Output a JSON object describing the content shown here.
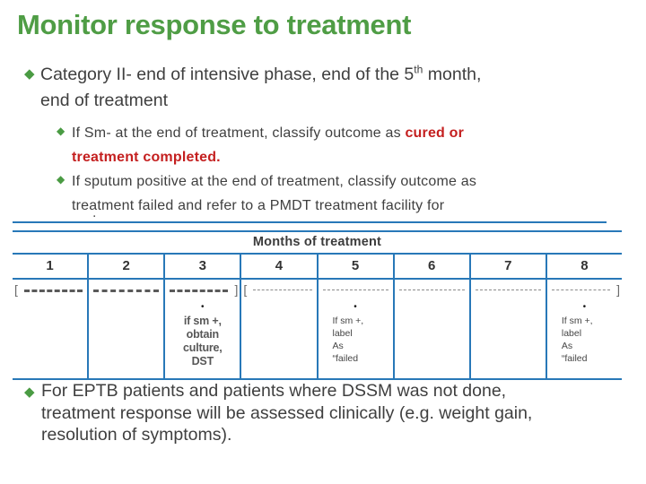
{
  "icons": {
    "bullet_diamond": "◆"
  },
  "colors": {
    "title_green": "#4f9d45",
    "bullet_green": "#4a9b43",
    "text": "#3f3f3f",
    "red": "#c41f1f",
    "table_blue": "#2878b8",
    "dash_heavy": "#5a5a5a",
    "dash_fine": "#8c8c8c"
  },
  "title": "Monitor response to treatment",
  "bullet1": {
    "line1_pre": "Category II- end of intensive phase, end of the 5",
    "line1_sup": "th",
    "line1_post": " month,",
    "line2": "end of treatment"
  },
  "sub_bullet1": {
    "line1_text": "If Sm- at the end of treatment, classify outcome as ",
    "line1_red": "cured or",
    "line2_red": "treatment completed."
  },
  "sub_bullet2": {
    "line1": "If sputum positive at the end of treatment, classify outcome as",
    "line2": "treatment failed and refer to a PMDT treatment facility for",
    "remnant": "."
  },
  "table": {
    "title": "Months of treatment",
    "cells": [
      {
        "num": "1",
        "dash": "heavy",
        "open": "[",
        "close": ""
      },
      {
        "num": "2",
        "dash": "heavy",
        "open": "",
        "close": ""
      },
      {
        "num": "3",
        "dash": "heavy",
        "open": "",
        "close": "]",
        "note": {
          "bullet": "•",
          "style": "center-large",
          "lines": [
            "if sm +,",
            "obtain",
            "culture,",
            "DST"
          ]
        }
      },
      {
        "num": "4",
        "dash": "fine",
        "open": "[",
        "close": ""
      },
      {
        "num": "5",
        "dash": "fine",
        "open": "",
        "close": "",
        "note": {
          "bullet": "•",
          "style": "left-small",
          "lines": [
            "If sm +,",
            "label",
            "As",
            "“failed"
          ]
        }
      },
      {
        "num": "6",
        "dash": "fine",
        "open": "",
        "close": ""
      },
      {
        "num": "7",
        "dash": "fine",
        "open": "",
        "close": ""
      },
      {
        "num": "8",
        "dash": "fine",
        "open": "",
        "close": "]",
        "note": {
          "bullet": "•",
          "style": "left-small",
          "lines": [
            "If sm +,",
            "label",
            "As",
            "“failed"
          ]
        }
      }
    ]
  },
  "bullet2": {
    "line1": "For EPTB patients and patients where DSSM was not done,",
    "line2": "treatment response will be assessed clinically (e.g. weight gain,",
    "line3": "resolution of symptoms)."
  }
}
